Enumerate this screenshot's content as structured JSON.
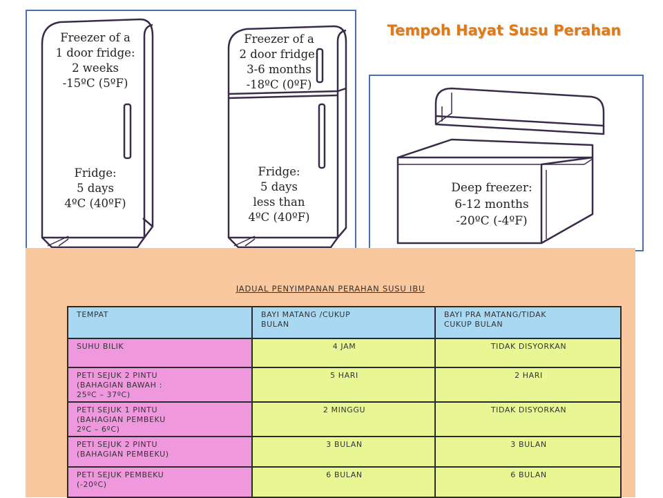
{
  "title": "Tempoh Hayat Susu Perahan",
  "fridge1": {
    "freezer_label": "Freezer of a\n1 door fridge:\n2 weeks\n-15ºC (5ºF)",
    "fridge_label": "Fridge:\n5 days\n4ºC (40ºF)"
  },
  "fridge2": {
    "freezer_label": "Freezer of a\n2 door fridge:\n3-6 months\n-18ºC (0ºF)",
    "fridge_label": "Fridge:\n5 days\nless than\n4ºC (40ºF)"
  },
  "deep_freezer": {
    "label": "Deep freezer:\n6-12 months\n-20ºC (-4ºF)"
  },
  "table": {
    "title": "JADUAL PENYIMPANAN PERAHAN SUSU IBU",
    "headers": [
      "TEMPAT",
      "BAYI MATANG /CUKUP\nBULAN",
      "BAYI PRA MATANG/TIDAK\nCUKUP BULAN"
    ],
    "rows": [
      {
        "place": "SUHU BILIK",
        "term": "4 JAM",
        "preterm": "TIDAK DISYORKAN"
      },
      {
        "place": "PETI SEJUK 2 PINTU\n(BAHAGIAN BAWAH :\n25ºC – 37ºC)",
        "term": "5 HARI",
        "preterm": "2 HARI"
      },
      {
        "place": "PETI SEJUK 1 PINTU\n(BAHAGIAN PEMBEKU\n2ºC – 6ºC)",
        "term": "2 MINGGU",
        "preterm": "TIDAK DISYORKAN"
      },
      {
        "place": "PETI SEJUK 2 PINTU\n(BAHAGIAN PEMBEKU)",
        "term": "3 BULAN",
        "preterm": "3 BULAN"
      },
      {
        "place": "PETI SEJUK PEMBEKU\n(-20ºC)",
        "term": "6 BULAN",
        "preterm": "6 BULAN"
      }
    ]
  }
}
